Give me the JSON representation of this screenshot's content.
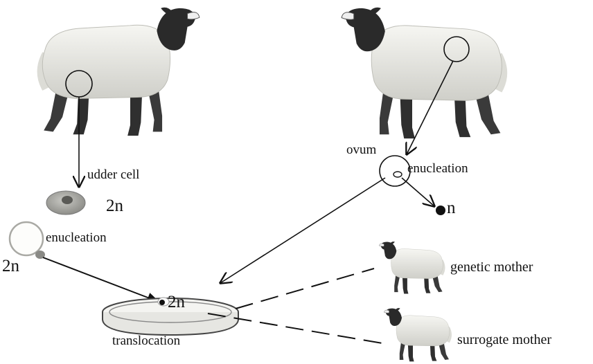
{
  "labels": {
    "udder_cell": "udder cell",
    "diploid_cell": "2n",
    "enucleation_left": "enucleation",
    "diploid_nucleus_left": "2n",
    "ovum": "ovum",
    "enucleation_right": "enucleation",
    "haploid_nucleus": "n",
    "diploid_in_dish": "2n",
    "translocation": "translocation",
    "genetic_mother": "genetic mother",
    "surrogate_mother": "surrogate mother"
  },
  "icons": {
    "sheep": "sheep-icon",
    "cell": "cell-icon",
    "dish": "petri-dish-icon"
  }
}
